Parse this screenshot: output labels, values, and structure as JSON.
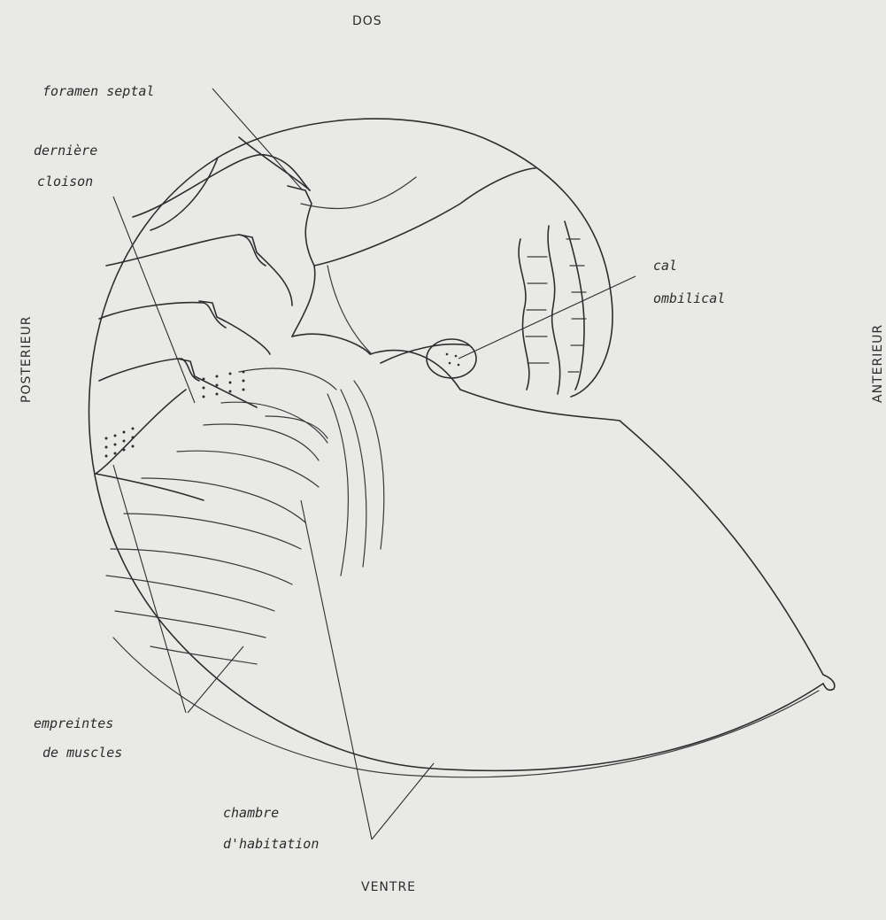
{
  "orientation": {
    "top": "DOS",
    "bottom": "VENTRE",
    "left": "POSTERIEUR",
    "right": "ANTERIEUR"
  },
  "labels": {
    "foramen_septal": "foramen septal",
    "derniere_cloison_1": "dernière",
    "derniere_cloison_2": "cloison",
    "cal_ombilical_1": "cal",
    "cal_ombilical_2": "ombilical",
    "empreintes_1": "empreintes",
    "empreintes_2": "de muscles",
    "chambre_1": "chambre",
    "chambre_2": "d'habitation"
  },
  "colors": {
    "paper": "#e9e9e7",
    "ink": "#2e2e2e"
  }
}
